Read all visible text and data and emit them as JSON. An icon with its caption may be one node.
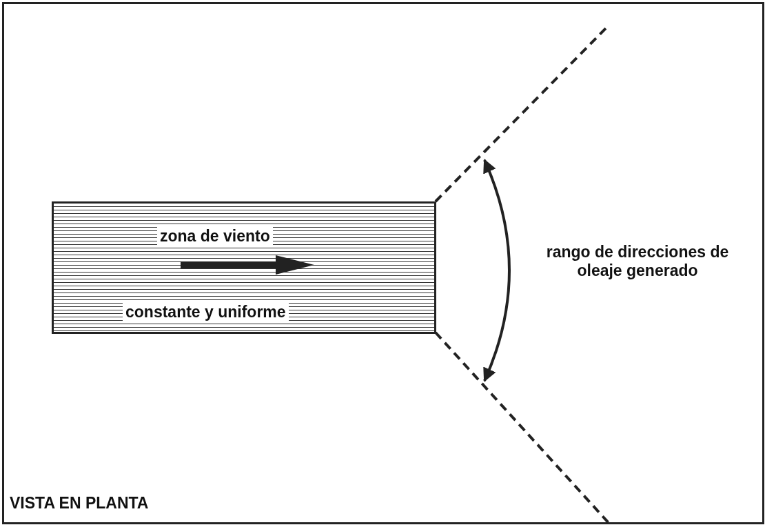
{
  "diagram": {
    "nodes": [
      {
        "text": [
          "zona de viento",
          "constante y uniforme"
        ]
      }
    ],
    "edges": [],
    "labels": [
      "rango de direcciones de oleaje generado",
      "VISTA EN PLANTA"
    ]
  }
}
